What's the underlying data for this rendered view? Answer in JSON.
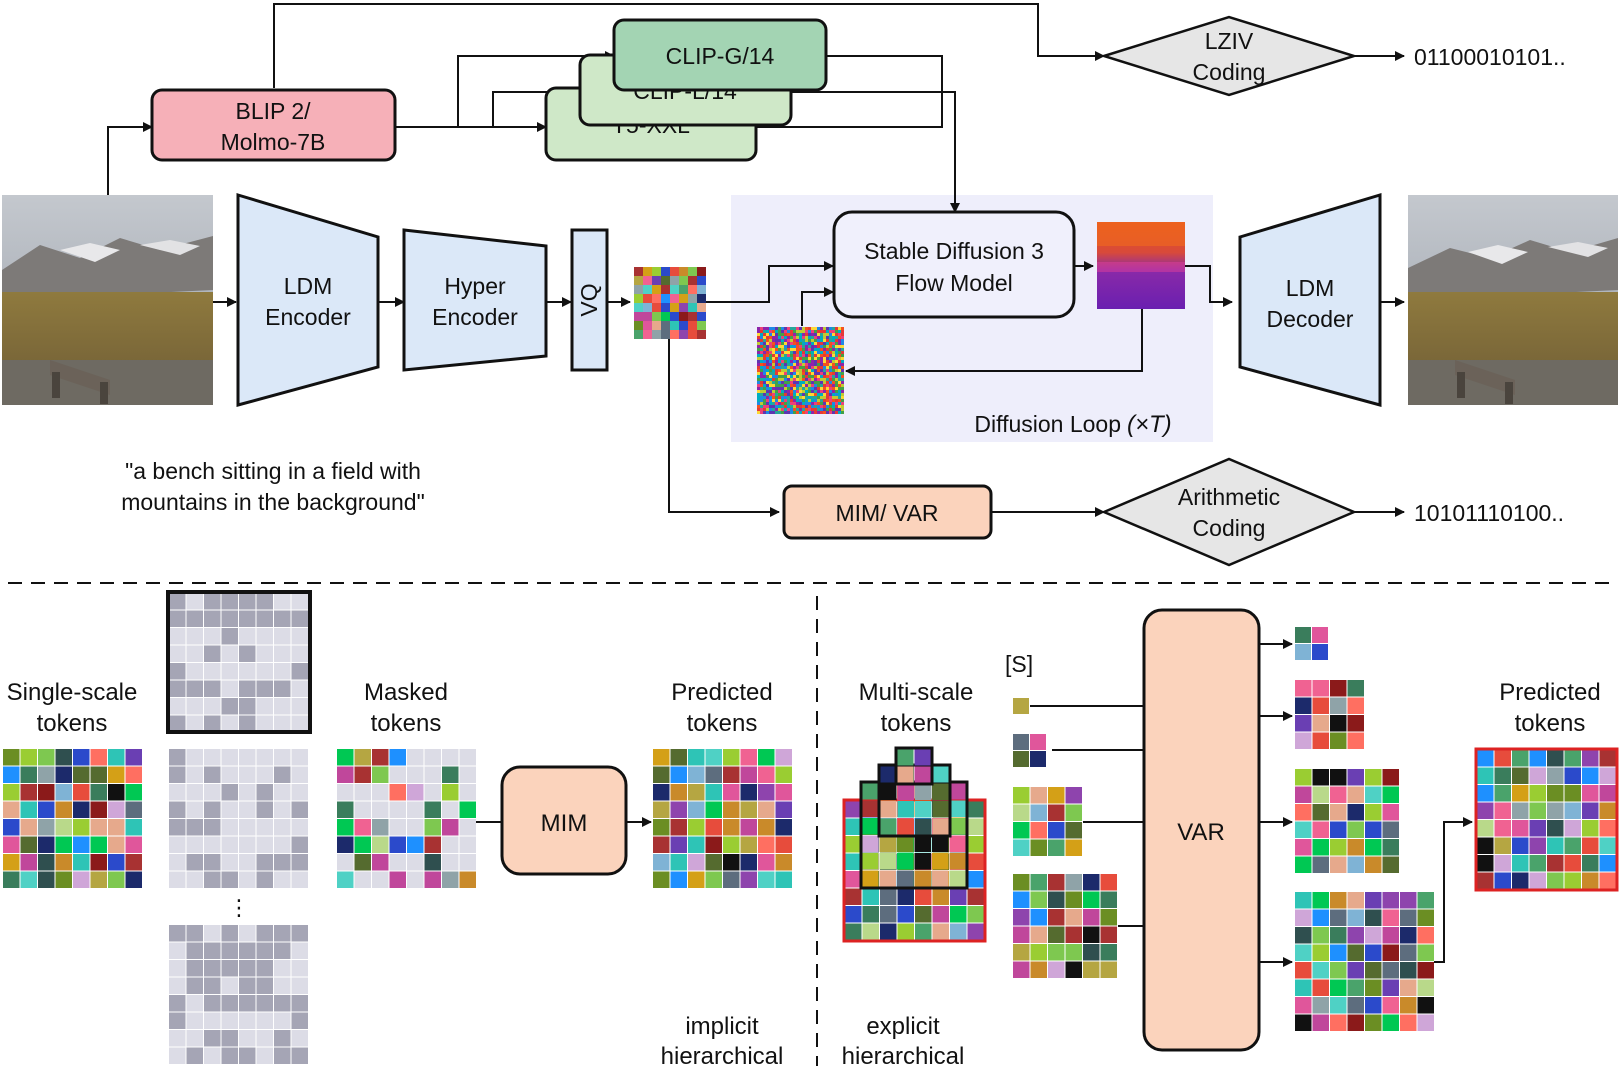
{
  "top": {
    "captioner": {
      "line1": "BLIP 2/",
      "line2": "Molmo-7B"
    },
    "clip_g": "CLIP-G/14",
    "clip_l": "CLIP-L/14",
    "t5": "T5-XXL",
    "lziv": {
      "line1": "LZIV",
      "line2": "Coding"
    },
    "lziv_bits": "01100010101..",
    "ldm_encoder": {
      "line1": "LDM",
      "line2": "Encoder"
    },
    "hyper_encoder": {
      "line1": "Hyper",
      "line2": "Encoder"
    },
    "vq": "VQ",
    "sd3": {
      "line1": "Stable Diffusion 3",
      "line2": "Flow Model"
    },
    "ldm_decoder": {
      "line1": "LDM",
      "line2": "Decoder"
    },
    "diffusion_loop": "Diffusion Loop",
    "diffusion_loop_math": "(×T)",
    "caption": {
      "line1": "\"a bench sitting in a field with",
      "line2": "mountains in the background\""
    },
    "mim_var": "MIM/ VAR",
    "arith": {
      "line1": "Arithmetic",
      "line2": "Coding"
    },
    "arith_bits": "10101110100.."
  },
  "bottom": {
    "single_scale": {
      "line1": "Single-scale",
      "line2": "tokens"
    },
    "ellipsis": "⋮",
    "masked": {
      "line1": "Masked",
      "line2": "tokens"
    },
    "mim": "MIM",
    "predicted_left": {
      "line1": "Predicted",
      "line2": "tokens"
    },
    "implicit": {
      "line1": "implicit",
      "line2": "hierarchical"
    },
    "multi_scale": {
      "line1": "Multi-scale",
      "line2": "tokens"
    },
    "start_token": "[S]",
    "var": "VAR",
    "predicted_right": {
      "line1": "Predicted",
      "line2": "tokens"
    },
    "explicit": {
      "line1": "explicit",
      "line2": "hierarchical"
    }
  },
  "colors": {
    "captioner_fill": "#f6b0b8",
    "clip_fill": "#a3d4b3",
    "clip_back_fill": "#cfe8c8",
    "blue_block": "#dbe8f8",
    "loop_bg": "#eeeefb",
    "sd3_fill": "#f0f0fc",
    "peach": "#fbd3bc",
    "diamond_fill": "#e6e6e6",
    "red": "#dd2222"
  }
}
